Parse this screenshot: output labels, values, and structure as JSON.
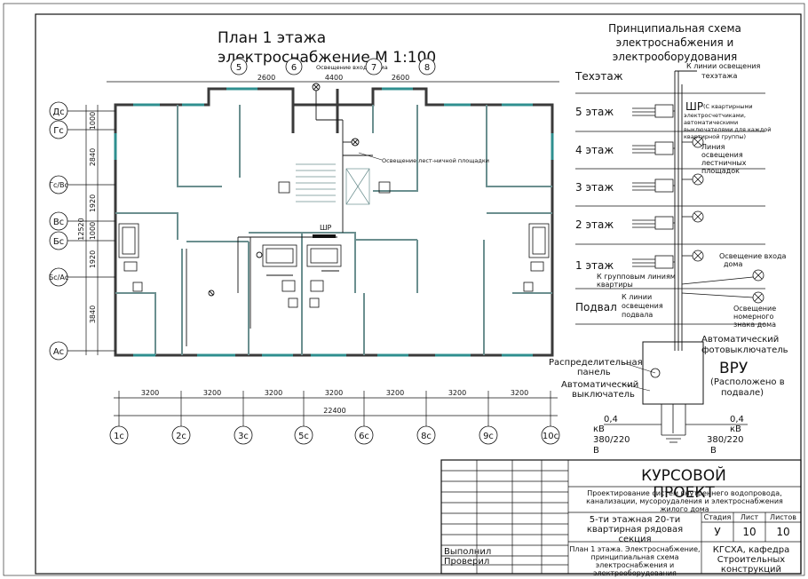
{
  "plan": {
    "title_line1": "План 1 этажа",
    "title_line2": "электроснабжение М 1:100",
    "top_axes": [
      "5",
      "6",
      "7",
      "8"
    ],
    "top_dims": [
      "2600",
      "4400",
      "2600"
    ],
    "left_axes": [
      "Дс",
      "Гс",
      "Гс/Вс",
      "Вс",
      "Бс",
      "Бс/Ас",
      "Ас"
    ],
    "left_dims": [
      "1000",
      "2840",
      "1920",
      "1000",
      "1920",
      "3840"
    ],
    "left_total": "12520",
    "bottom_dims": [
      "3200",
      "3200",
      "3200",
      "3200",
      "3200",
      "3200",
      "3200"
    ],
    "bottom_total": "22400",
    "bottom_axes": [
      "1с",
      "2с",
      "3с",
      "5с",
      "6с",
      "8с",
      "9с",
      "10с"
    ],
    "label_entrance": "Освещение входа дома",
    "label_stair": "Освещение лест-ничной площадки",
    "label_shr": "ШР"
  },
  "scheme": {
    "title": [
      "Принципиальная схема",
      "электроснабжения и",
      "электрооборудования"
    ],
    "floors": [
      "Техэтаж",
      "5 этаж",
      "4 этаж",
      "3 этаж",
      "2 этаж",
      "1 этаж",
      "Подвал"
    ],
    "label_line_tech": [
      "К линии освещения",
      "техэтажа"
    ],
    "label_shr": "ШР",
    "label_shr_desc": [
      "(С квартирными",
      "электросчетчиками,",
      "автоматическими",
      "выключателями для каждой",
      "квартирной группы)"
    ],
    "label_stair_line": [
      "Линия",
      "освещения",
      "лестничных",
      "площадок"
    ],
    "label_entrance": [
      "Освещение входа",
      "дома"
    ],
    "label_group_lines": [
      "К групповым линиям",
      "квартиры"
    ],
    "label_basement_line": [
      "К линии",
      "освещения",
      "подвала"
    ],
    "label_number_light": [
      "Освещение",
      "номерного",
      "знака дома"
    ],
    "label_photo_switch": [
      "Автоматический",
      "фотовыключатель"
    ],
    "label_dist_panel": [
      "Распределительная",
      "панель"
    ],
    "label_breaker": [
      "Автоматический",
      "выключатель"
    ],
    "label_vru": "ВРУ",
    "label_vru_desc": [
      "(Расположено в",
      "подвале)"
    ],
    "label_kv_left": [
      "0,4",
      "кВ",
      "380/220",
      "В"
    ],
    "label_kv_right": [
      "0,4",
      "кВ",
      "380/220",
      "В"
    ]
  },
  "titleblock": {
    "heading": [
      "КУРСОВОЙ",
      "ПРОЕКТ"
    ],
    "project_desc": [
      "Проектирование систем внутреннего водопровода,",
      "канализации, мусороудаления и электроснабжения",
      "жилого дома"
    ],
    "building": [
      "5-ти этажная 20-ти",
      "квартирная рядовая",
      "секция"
    ],
    "sheet_desc": [
      "План 1 этажа. Электроснабжение,",
      "принципиальная схема",
      "электроснабжения и",
      "электрооборудования"
    ],
    "col_headers": [
      "Стадия",
      "Лист",
      "Листов"
    ],
    "col_values": [
      "У",
      "10",
      "10"
    ],
    "org": [
      "КГСХА, кафедра",
      "Строительных",
      "конструкций"
    ],
    "role_1": "Выполнил",
    "role_2": "Проверил"
  }
}
